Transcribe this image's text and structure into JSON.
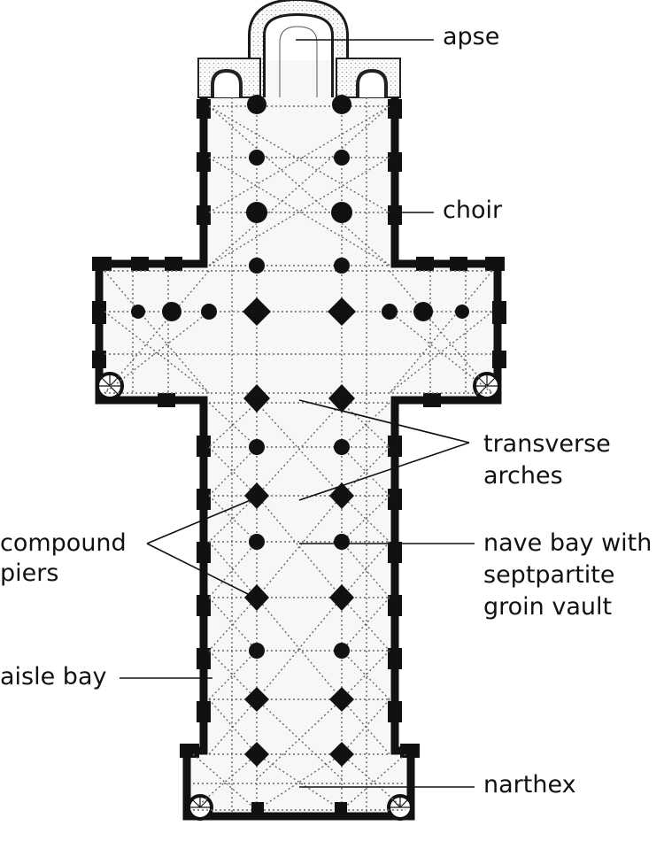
{
  "labels": {
    "apse": "apse",
    "choir": "choir",
    "transverse_1": "transverse",
    "transverse_2": "arches",
    "compound_1": "compound",
    "compound_2": "piers",
    "nave_1": "nave bay with",
    "nave_2": "septpartite",
    "nave_3": "groin vault",
    "aisle": "aisle bay",
    "narthex": "narthex"
  },
  "colors": {
    "ink": "#111111",
    "wall": "#111111",
    "tint": "#c9c9c9",
    "rib": "#666666"
  }
}
